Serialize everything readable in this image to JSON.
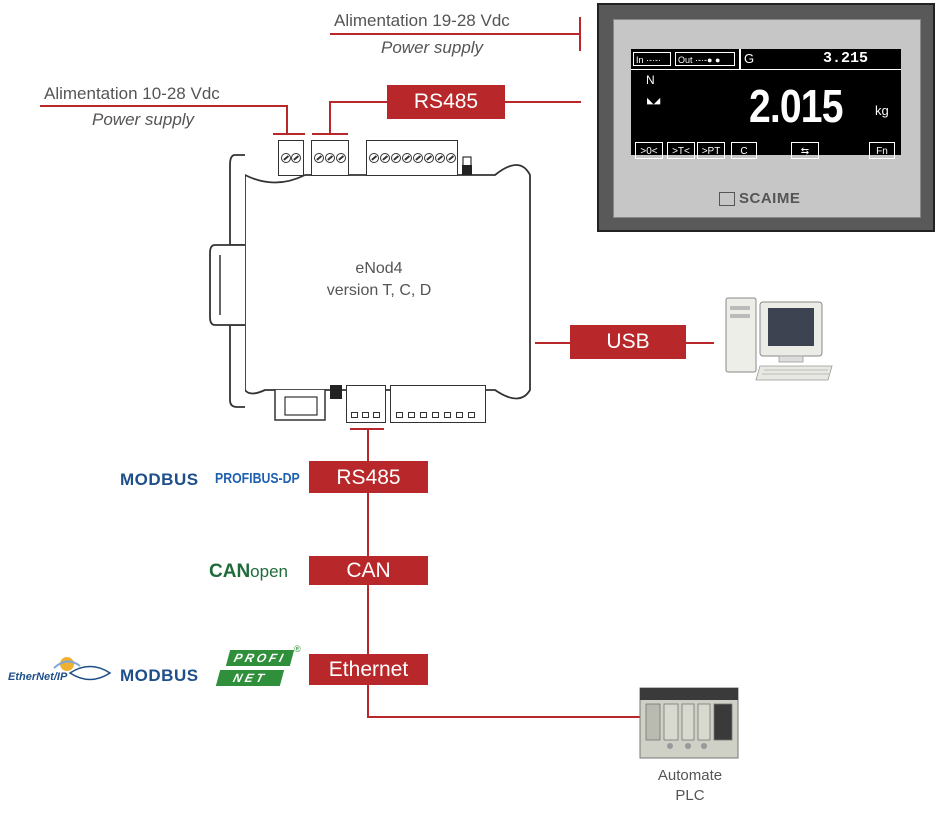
{
  "power_top": {
    "line1": "Alimentation 19-28 Vdc",
    "line2": "Power supply"
  },
  "power_left": {
    "line1": "Alimentation 10-28 Vdc",
    "line2": "Power supply"
  },
  "rs485_top": "RS485",
  "device": {
    "name": "eNod4",
    "version": "version T, C, D"
  },
  "usb": "USB",
  "display": {
    "in_label": "In",
    "out_label": "Out",
    "mode": "G",
    "gross_value": "3.215",
    "status_n": "N",
    "main_value": "2.015",
    "unit": "kg",
    "buttons": [
      ">0<",
      ">T<",
      ">PT",
      "C",
      "⇆",
      "Fn"
    ],
    "brand": "SCAIME"
  },
  "bus": {
    "rs485": "RS485",
    "can": "CAN",
    "ethernet": "Ethernet"
  },
  "logos": {
    "modbus": "MODBUS",
    "profibus": "PROFIBUS-DP",
    "canopen_bold": "CAN",
    "canopen_light": "open",
    "ethernetip": "EtherNet/IP",
    "profinet_top": "PROFI",
    "profinet_bottom": "NET"
  },
  "plc": {
    "line1": "Automate",
    "line2": "PLC"
  },
  "colors": {
    "accent": "#b8282a"
  }
}
